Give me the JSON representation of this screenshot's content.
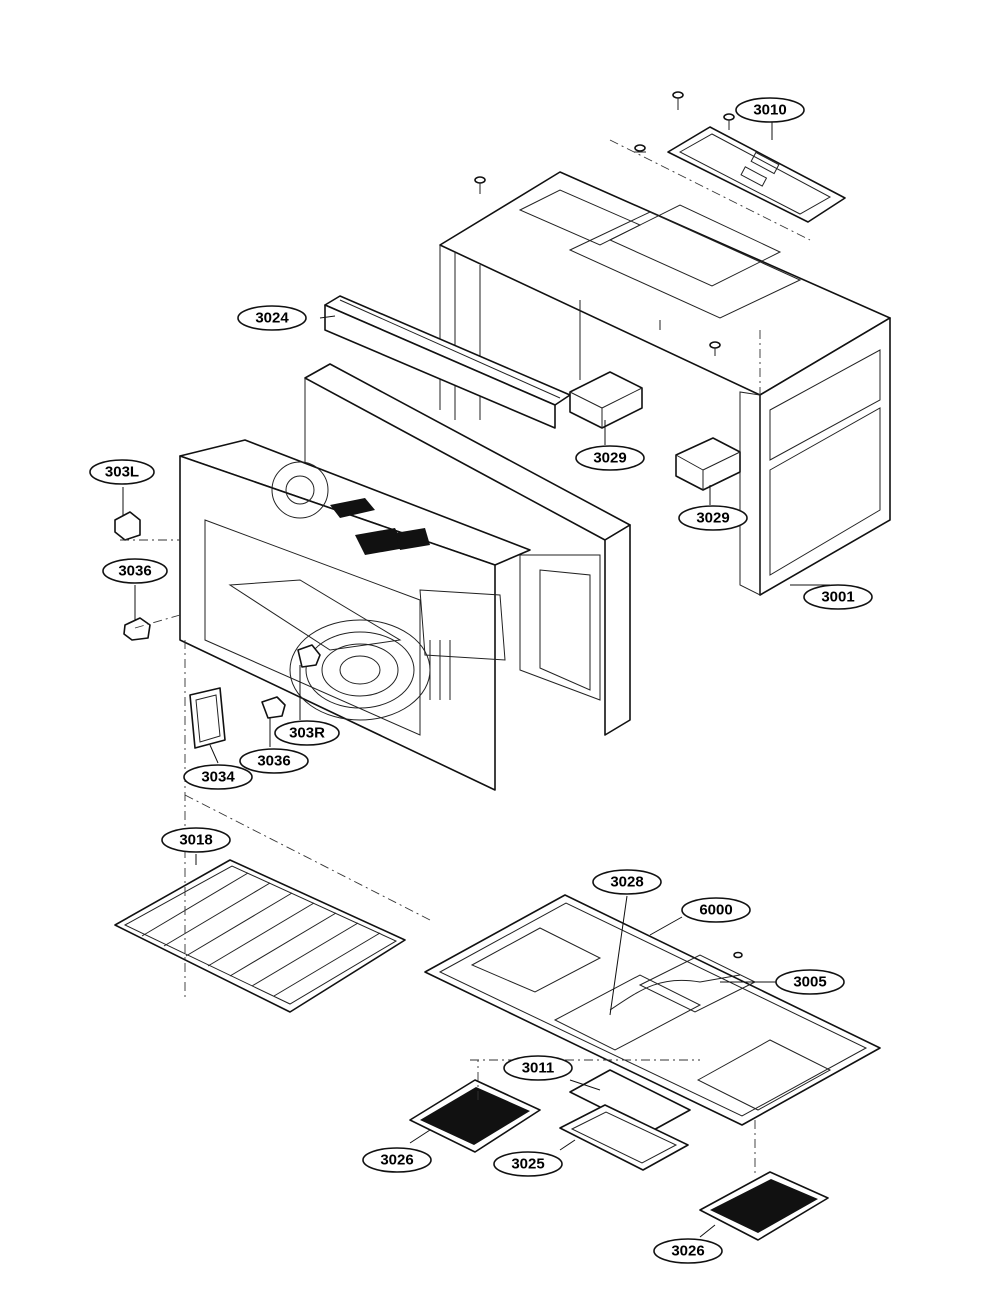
{
  "callouts": [
    {
      "id": "c3010",
      "label": "3010"
    },
    {
      "id": "c3024",
      "label": "3024"
    },
    {
      "id": "c3029a",
      "label": "3029"
    },
    {
      "id": "c3029b",
      "label": "3029"
    },
    {
      "id": "c303L",
      "label": "303L"
    },
    {
      "id": "c3036a",
      "label": "3036"
    },
    {
      "id": "c3001",
      "label": "3001"
    },
    {
      "id": "c303R",
      "label": "303R"
    },
    {
      "id": "c3034",
      "label": "3034"
    },
    {
      "id": "c3036b",
      "label": "3036"
    },
    {
      "id": "c3018",
      "label": "3018"
    },
    {
      "id": "c3028",
      "label": "3028"
    },
    {
      "id": "c6000",
      "label": "6000"
    },
    {
      "id": "c3005",
      "label": "3005"
    },
    {
      "id": "c3011",
      "label": "3011"
    },
    {
      "id": "c3026a",
      "label": "3026"
    },
    {
      "id": "c3025",
      "label": "3025"
    },
    {
      "id": "c3026b",
      "label": "3026"
    }
  ]
}
